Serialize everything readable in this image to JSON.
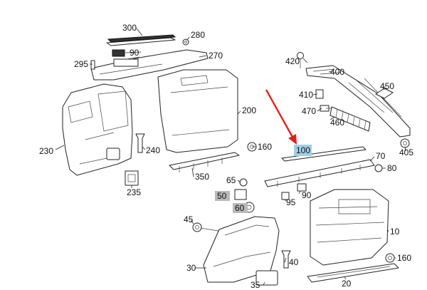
{
  "callouts": {
    "c300": "300",
    "c280": "280",
    "c270": "270",
    "c90a": "90",
    "c295": "295",
    "c230": "230",
    "c200": "200",
    "c240": "240",
    "c235": "235",
    "c350": "350",
    "c160a": "160",
    "c420": "420",
    "c400": "400",
    "c450": "450",
    "c410": "410",
    "c470": "470",
    "c460": "460",
    "c405": "405",
    "c100": "100",
    "c70": "70",
    "c80": "80",
    "c65": "65",
    "c50": "50",
    "c60": "60",
    "c90b": "90",
    "c95": "95",
    "c45": "45",
    "c10": "10",
    "c160b": "160",
    "c40": "40",
    "c30": "30",
    "c35": "35",
    "c20": "20"
  },
  "highlight_colors": {
    "selected": "#9fcfe8",
    "secondary": "#b9b9b9",
    "arrow": "#e0211b"
  }
}
